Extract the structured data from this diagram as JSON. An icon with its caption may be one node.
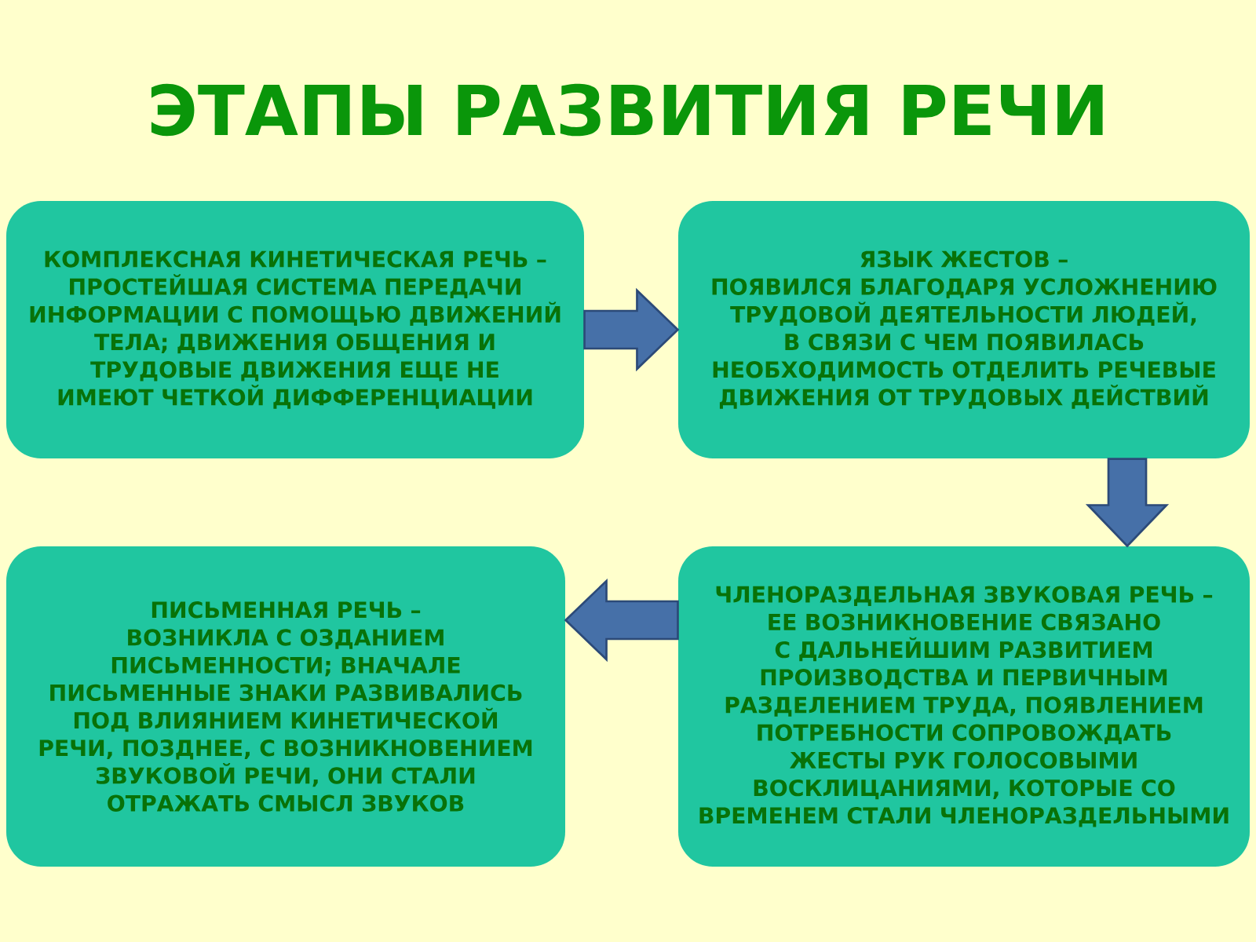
{
  "diagram": {
    "title": "ЭТАПЫ РАЗВИТИЯ РЕЧИ",
    "nodes": [
      {
        "text": [
          "КОМПЛЕКСНАЯ КИНЕТИЧЕСКАЯ РЕЧЬ –",
          "ПРОСТЕЙШАЯ СИСТЕМА ПЕРЕДАЧИ ИНФОРМАЦИИ С ПОМОЩЬЮ ДВИЖЕНИЙ ТЕЛА; ДВИЖЕНИЯ ОБЩЕНИЯ И ТРУДОВЫЕ ДВИЖЕНИЯ ЕЩЕ НЕ ИМЕЮТ ЧЕТКОЙ ДИФФЕРЕНЦИАЦИИ"
        ]
      },
      {
        "text": [
          "ЯЗЫК ЖЕСТОВ –",
          "ПОЯВИЛСЯ БЛАГОДАРЯ УСЛОЖНЕНИЮ ТРУДОВОЙ ДЕЯТЕЛЬНОСТИ ЛЮДЕЙ, В СВЯЗИ С ЧЕМ ПОЯВИЛАСЬ НЕОБХОДИМОСТЬ ОТДЕЛИТЬ РЕЧЕВЫЕ ДВИЖЕНИЯ ОТ ТРУДОВЫХ ДЕЙСТВИЙ"
        ]
      },
      {
        "text": [
          "ПИСЬМЕННАЯ РЕЧЬ –",
          "ВОЗНИКЛА С ОЗДАНИЕМ ПИСЬМЕННОСТИ; ВНАЧАЛЕ ПИСЬМЕННЫЕ ЗНАКИ РАЗВИВАЛИСЬ ПОД ВЛИЯНИЕМ КИНЕТИЧЕСКОЙ РЕЧИ, ПОЗДНЕЕ, С ВОЗНИКНОВЕНИЕМ ЗВУКОВОЙ РЕЧИ, ОНИ СТАЛИ ОТРАЖАТЬ СМЫСЛ ЗВУКОВ"
        ]
      },
      {
        "text": [
          "ЧЛЕНОРАЗДЕЛЬНАЯ ЗВУКОВАЯ РЕЧЬ –",
          "ЕЕ ВОЗНИКНОВЕНИЕ СВЯЗАНО С ДАЛЬНЕЙШИМ РАЗВИТИЕМ ПРОИЗВОДСТВА И ПЕРВИЧНЫМ РАЗДЕЛЕНИЕМ ТРУДА, ПОЯВЛЕНИЕМ ПОТРЕБНОСТИ СОПРОВОЖДАТЬ ЖЕСТЫ РУК ГОЛОСОВЫМИ ВОСКЛИЦАНИЯМИ, КОТОРЫЕ СО ВРЕМЕНЕМ СТАЛИ ЧЛЕНОРАЗДЕЛЬНЫМИ"
        ]
      }
    ],
    "edges": [
      {
        "from": 0,
        "to": 1,
        "arrow": "to"
      },
      {
        "from": 1,
        "to": 3,
        "arrow": "to"
      },
      {
        "from": 3,
        "to": 2,
        "arrow": "to"
      }
    ]
  }
}
